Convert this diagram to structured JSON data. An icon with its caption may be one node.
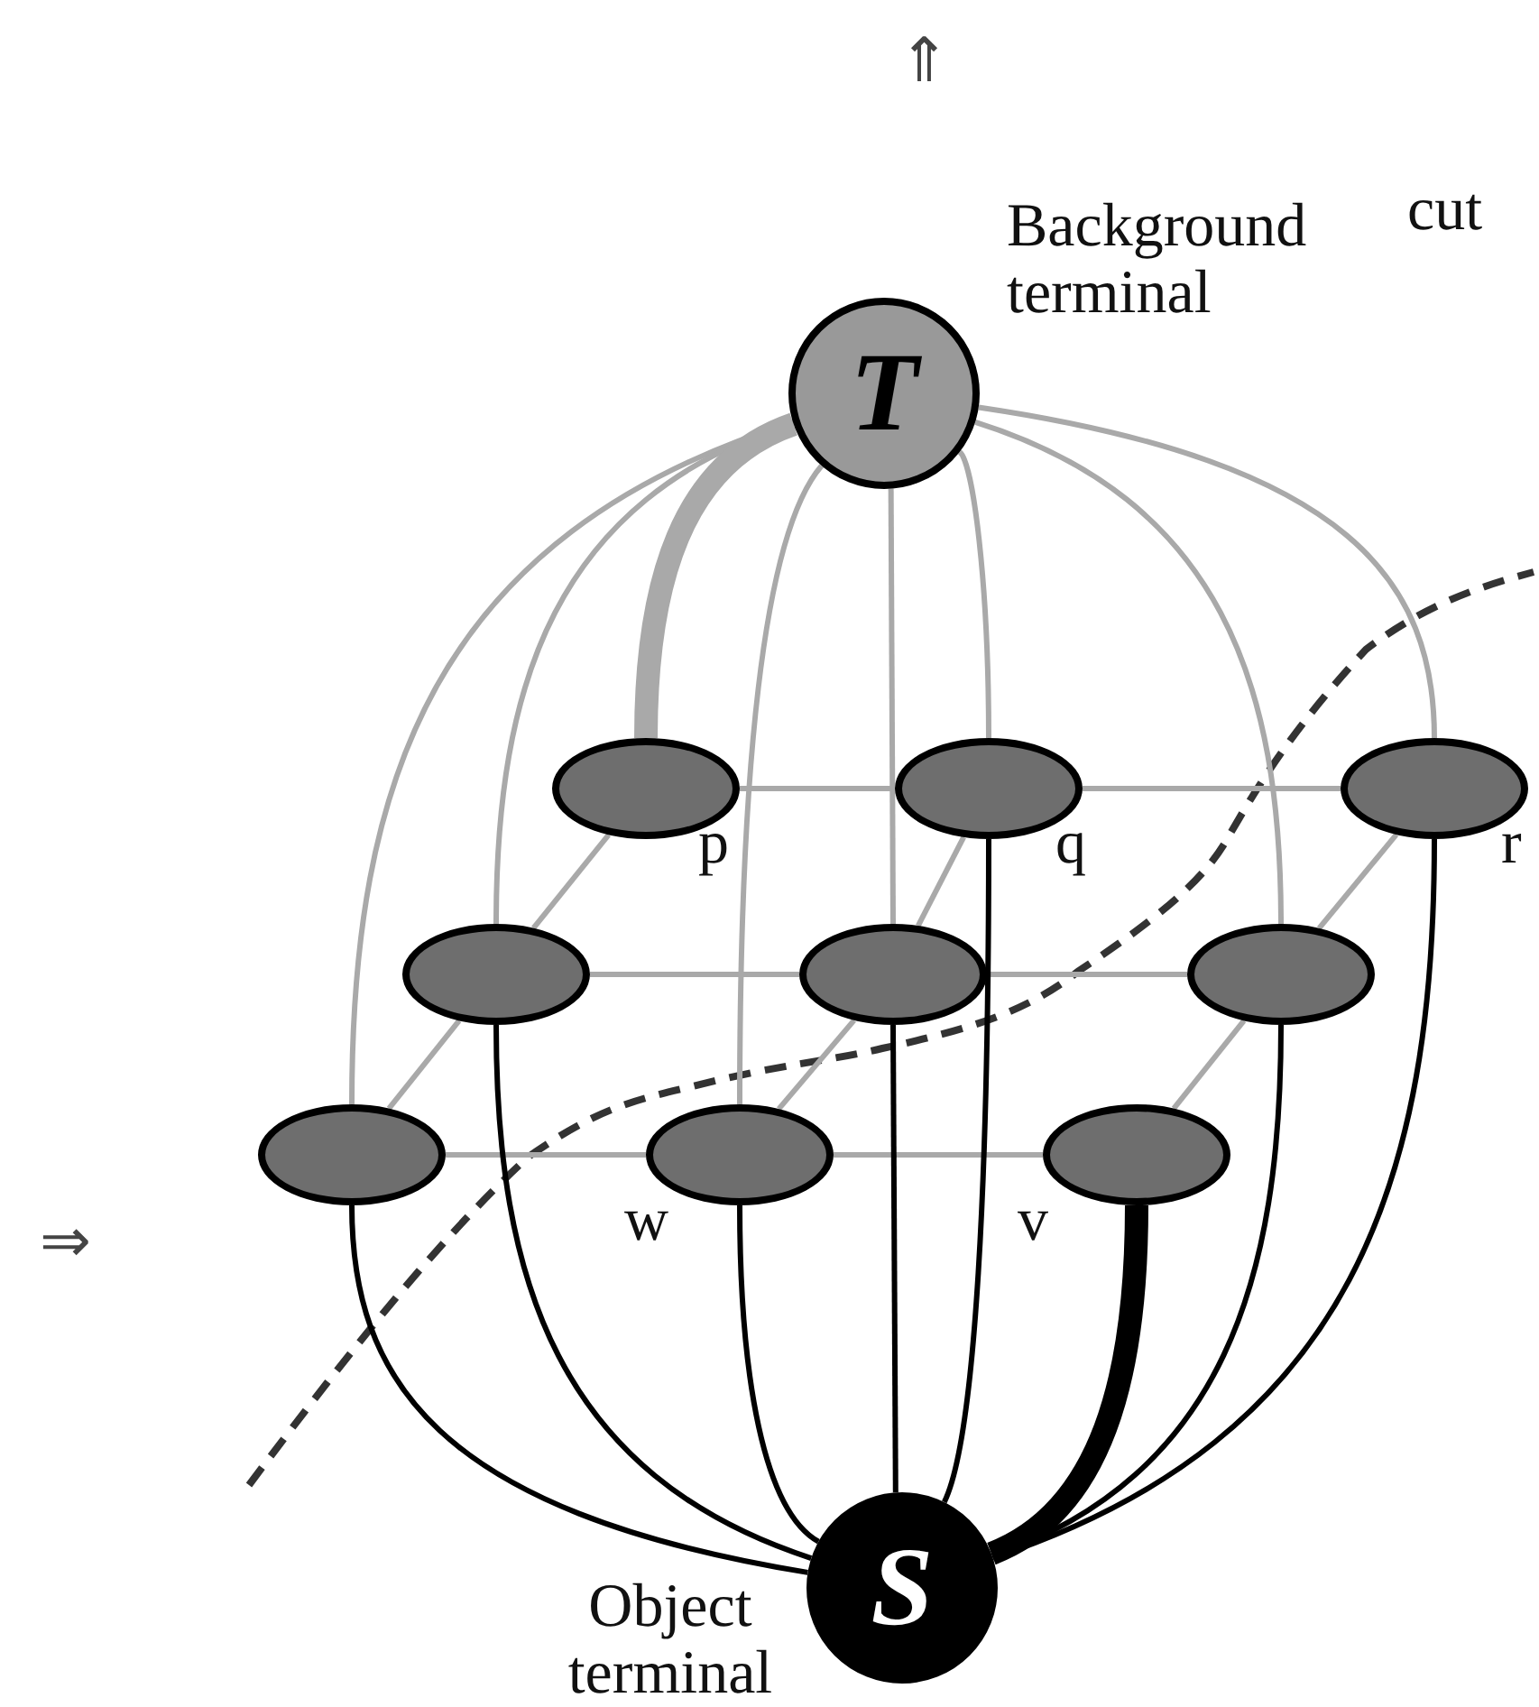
{
  "diagram": {
    "nodes": [
      {
        "text": [
          "T"
        ],
        "beside": [
          "Background terminal"
        ]
      },
      {
        "text": [],
        "shape": "ellipse",
        "beside": [
          "p"
        ]
      },
      {
        "text": [],
        "shape": "ellipse",
        "beside": [
          "q"
        ]
      },
      {
        "text": [],
        "shape": "ellipse",
        "beside": [
          "r"
        ]
      },
      {
        "text": [],
        "shape": "ellipse"
      },
      {
        "text": [],
        "shape": "ellipse"
      },
      {
        "text": [],
        "shape": "ellipse"
      },
      {
        "text": [],
        "shape": "ellipse"
      },
      {
        "text": [],
        "shape": "ellipse",
        "beside": [
          "w"
        ]
      },
      {
        "text": [],
        "shape": "ellipse",
        "beside": [
          "v"
        ]
      },
      {
        "text": [
          "S"
        ],
        "beside": [
          "Object terminal"
        ]
      }
    ],
    "edges": [
      {
        "from": 0,
        "to": 7,
        "arrow": "none"
      },
      {
        "from": 0,
        "to": 4,
        "arrow": "none"
      },
      {
        "from": 0,
        "to": 1,
        "arrow": "none",
        "style": "thick"
      },
      {
        "from": 0,
        "to": 8,
        "arrow": "none"
      },
      {
        "from": 0,
        "to": 5,
        "arrow": "none"
      },
      {
        "from": 0,
        "to": 2,
        "arrow": "none"
      },
      {
        "from": 0,
        "to": 6,
        "arrow": "none"
      },
      {
        "from": 0,
        "to": 3,
        "arrow": "none"
      },
      {
        "from": 1,
        "to": 2,
        "arrow": "none"
      },
      {
        "from": 2,
        "to": 3,
        "arrow": "none"
      },
      {
        "from": 4,
        "to": 5,
        "arrow": "none"
      },
      {
        "from": 5,
        "to": 6,
        "arrow": "none"
      },
      {
        "from": 7,
        "to": 8,
        "arrow": "none"
      },
      {
        "from": 8,
        "to": 9,
        "arrow": "none"
      },
      {
        "from": 7,
        "to": 4,
        "arrow": "none"
      },
      {
        "from": 4,
        "to": 1,
        "arrow": "none"
      },
      {
        "from": 8,
        "to": 5,
        "arrow": "none"
      },
      {
        "from": 5,
        "to": 2,
        "arrow": "none"
      },
      {
        "from": 9,
        "to": 6,
        "arrow": "none"
      },
      {
        "from": 6,
        "to": 3,
        "arrow": "none"
      },
      {
        "from": 10,
        "to": 7,
        "arrow": "none",
        "color": "#000000"
      },
      {
        "from": 10,
        "to": 4,
        "arrow": "none",
        "color": "#000000"
      },
      {
        "from": 10,
        "to": 8,
        "arrow": "none",
        "color": "#000000"
      },
      {
        "from": 10,
        "to": 5,
        "arrow": "none",
        "color": "#000000"
      },
      {
        "from": 10,
        "to": 2,
        "arrow": "none",
        "color": "#000000"
      },
      {
        "from": 10,
        "to": 9,
        "arrow": "none",
        "style": "thick",
        "color": "#000000"
      },
      {
        "from": 10,
        "to": 6,
        "arrow": "none",
        "color": "#000000"
      },
      {
        "from": 10,
        "to": 3,
        "arrow": "none",
        "color": "#000000"
      }
    ],
    "labels": [
      "⇑",
      "cut",
      "⇒"
    ]
  }
}
